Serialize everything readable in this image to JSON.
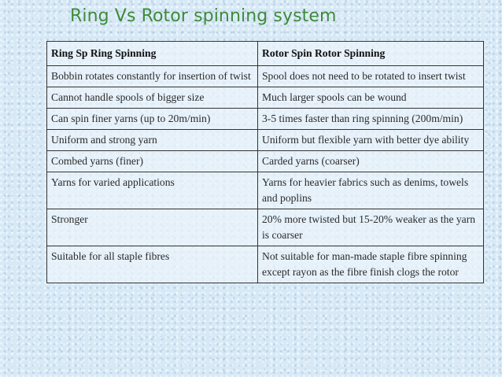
{
  "title": "Ring Vs Rotor spinning system",
  "table": {
    "headers": [
      "Ring Sp Ring Spinning",
      "Rotor Spin Rotor Spinning"
    ],
    "rows": [
      [
        "Bobbin rotates constantly for insertion of twist",
        "Spool does not need to be rotated to insert twist"
      ],
      [
        "Cannot handle spools of bigger size",
        "Much larger spools can be wound"
      ],
      [
        "Can spin finer yarns (up to 20m/min)",
        "3-5 times faster than ring spinning (200m/min)"
      ],
      [
        "Uniform and strong yarn",
        "Uniform but flexible yarn with better dye ability"
      ],
      [
        "Combed yarns (finer)",
        "Carded yarns (coarser)"
      ],
      [
        "Yarns for varied applications",
        "Yarns for heavier fabrics such as denims, towels and poplins"
      ],
      [
        "Stronger",
        "20% more twisted but 15-20% weaker as the yarn is coarser"
      ],
      [
        "Suitable for all staple fibres",
        "Not suitable for man-made staple fibre spinning except rayon as the fibre finish clogs the rotor"
      ]
    ]
  },
  "colors": {
    "title": "#3e8a3a",
    "background": "#d8e9f6",
    "border": "#333333"
  }
}
